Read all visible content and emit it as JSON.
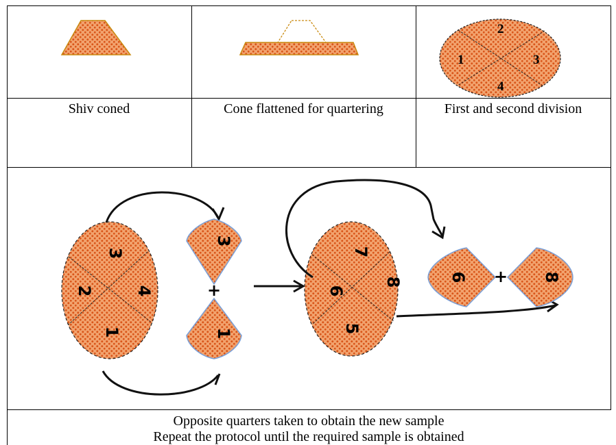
{
  "top_row": {
    "captions": [
      "Shiv coned",
      "Cone flattened for quartering",
      "First and second division"
    ],
    "division_labels": [
      "1",
      "2",
      "3",
      "4"
    ]
  },
  "bottom": {
    "first_ellipse_labels": [
      "1",
      "2",
      "3",
      "4"
    ],
    "first_taken_labels": [
      "3",
      "1"
    ],
    "second_ellipse_labels": [
      "5",
      "6",
      "7",
      "8"
    ],
    "second_taken_labels": [
      "6",
      "8"
    ],
    "plus_sign": "+",
    "footer_line1": "Opposite quarters taken to obtain the new sample",
    "footer_line2": "Repeat the protocol until the required sample is obtained"
  },
  "colors": {
    "fill": "#f2a36e",
    "dots": "#d9561a",
    "outline": "#c98a10",
    "petal_outline": "#7aa0d8"
  }
}
